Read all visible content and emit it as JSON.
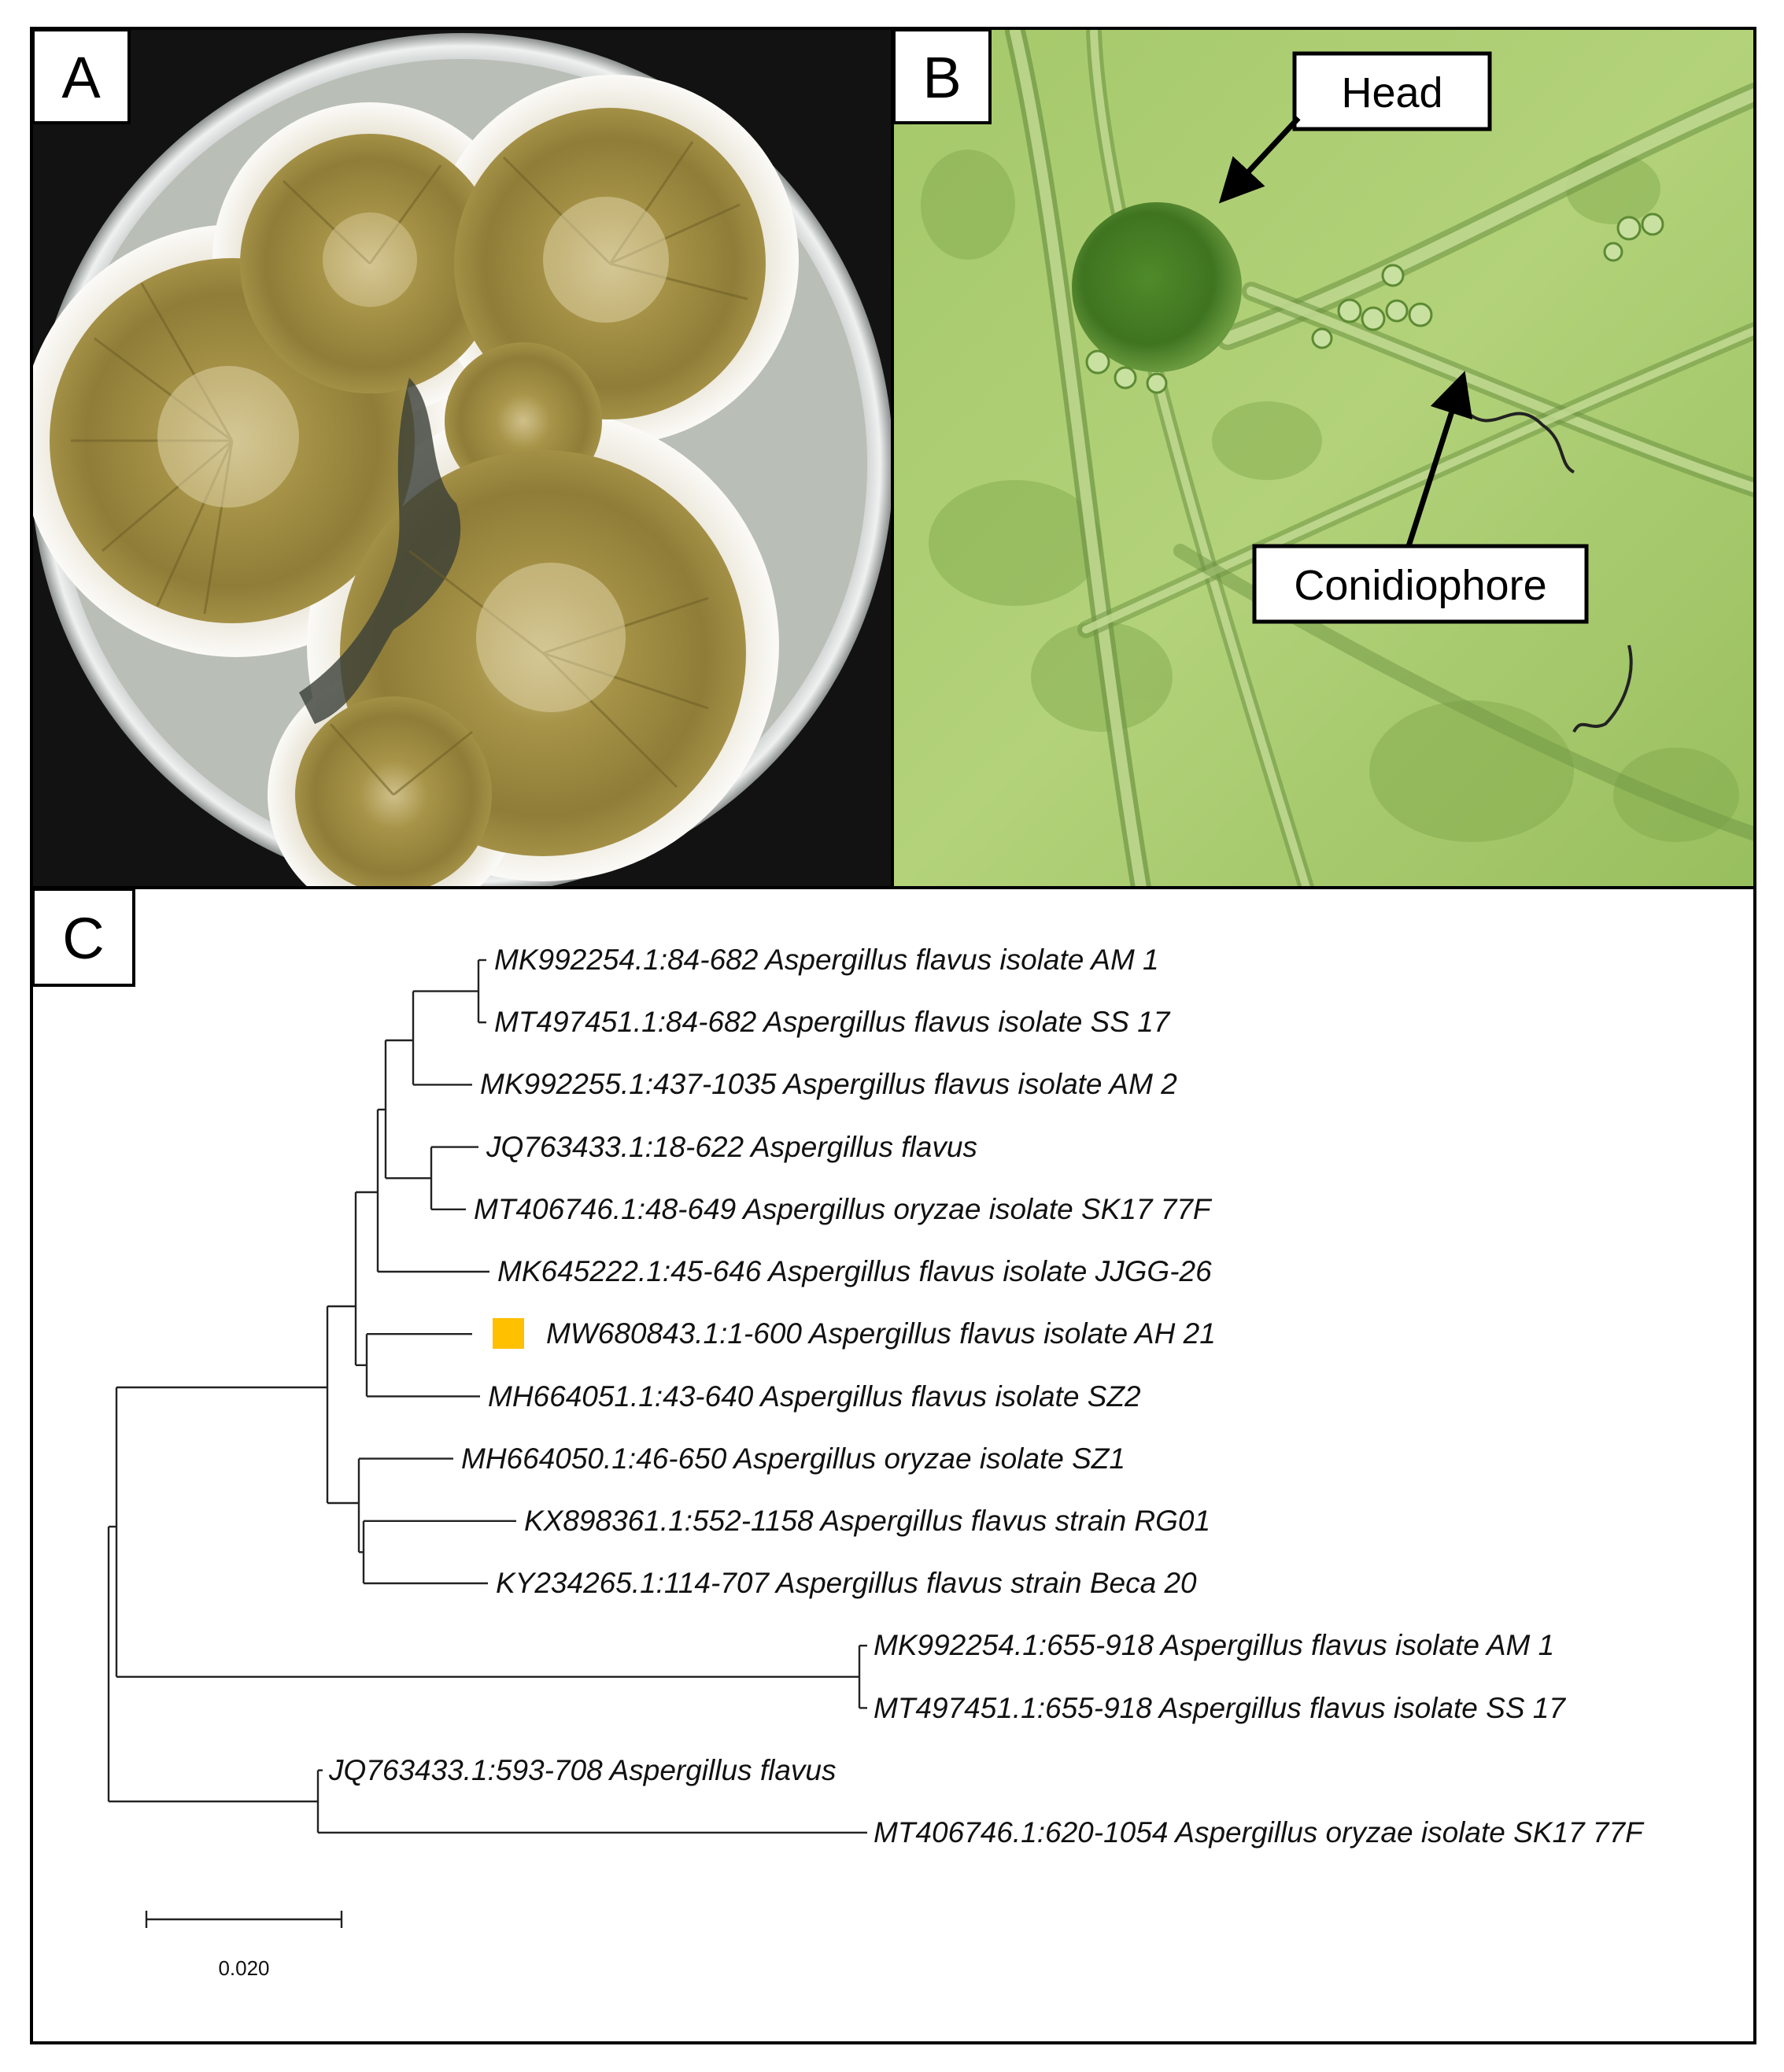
{
  "panels": {
    "a": {
      "letter": "A"
    },
    "b": {
      "letter": "B",
      "head_label": "Head",
      "conidiophore_label": "Conidiophore"
    },
    "c": {
      "letter": "C"
    }
  },
  "colors": {
    "highlight_marker": "#ffc000",
    "dish_background": "#111111",
    "micro_background": "#a9cc6a",
    "colony": "#a39046",
    "colony_edge": "#f1ede4"
  },
  "tree": {
    "highlight_leaf": "MW680843.1:1-600 Aspergillus flavus isolate AH 21",
    "leaves": [
      {
        "label": "MK992254.1:84-682 Aspergillus flavus isolate AM 1"
      },
      {
        "label": "MT497451.1:84-682 Aspergillus flavus isolate SS 17"
      },
      {
        "label": "MK992255.1:437-1035 Aspergillus flavus isolate AM 2"
      },
      {
        "label": "JQ763433.1:18-622 Aspergillus flavus"
      },
      {
        "label": "MT406746.1:48-649 Aspergillus oryzae isolate SK17 77F"
      },
      {
        "label": "MK645222.1:45-646 Aspergillus flavus isolate JJGG-26"
      },
      {
        "label": "MW680843.1:1-600 Aspergillus flavus isolate AH 21"
      },
      {
        "label": "MH664051.1:43-640 Aspergillus flavus isolate SZ2"
      },
      {
        "label": "MH664050.1:46-650 Aspergillus oryzae isolate SZ1"
      },
      {
        "label": "KX898361.1:552-1158 Aspergillus flavus strain RG01"
      },
      {
        "label": "KY234265.1:114-707 Aspergillus flavus strain Beca 20"
      },
      {
        "label": "MK992254.1:655-918 Aspergillus flavus isolate AM 1"
      },
      {
        "label": "MT497451.1:655-918 Aspergillus flavus isolate SS 17"
      },
      {
        "label": "JQ763433.1:593-708 Aspergillus flavus"
      },
      {
        "label": "MT406746.1:620-1054 Aspergillus oryzae isolate SK17 77F"
      }
    ],
    "scale_bar": {
      "label": "0.020",
      "value": 0.02
    }
  }
}
